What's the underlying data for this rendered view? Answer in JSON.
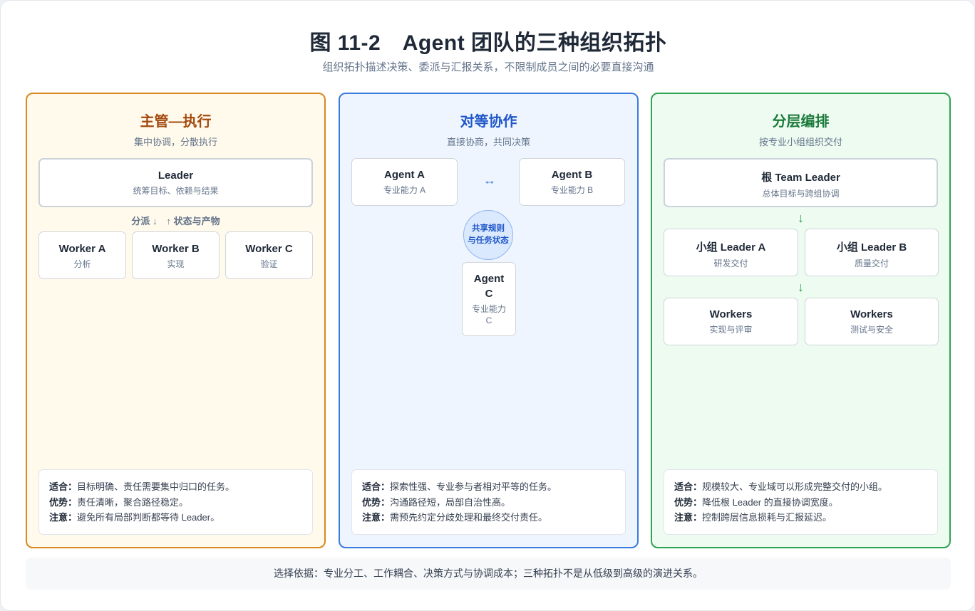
{
  "title": "图 11-2　Agent 团队的三种组织拓扑",
  "subtitle": "组织拓扑描述决策、委派与汇报关系，不限制成员之间的必要直接沟通",
  "colors": {
    "p1_border": "#d9891f",
    "p1_bg": "#fffaeb",
    "p1_title": "#a44a10",
    "p2_border": "#3b7be0",
    "p2_bg": "#eef5ff",
    "p2_title": "#1f56c9",
    "p3_border": "#2ea352",
    "p3_bg": "#edfbf1",
    "p3_title": "#1b7a3a"
  },
  "panels": [
    {
      "title": "主管—执行",
      "subtitle": "集中协调，分散执行",
      "leader": {
        "name": "Leader",
        "desc": "统筹目标、依赖与结果"
      },
      "flow_label": "分派 ↓　↑ 状态与产物",
      "workers": [
        {
          "name": "Worker A",
          "desc": "分析"
        },
        {
          "name": "Worker B",
          "desc": "实现"
        },
        {
          "name": "Worker C",
          "desc": "验证"
        }
      ],
      "info": [
        {
          "label": "适合：",
          "text": "目标明确、责任需要集中归口的任务。"
        },
        {
          "label": "优势：",
          "text": "责任清晰，聚合路径稳定。"
        },
        {
          "label": "注意：",
          "text": "避免所有局部判断都等待 Leader。"
        }
      ]
    },
    {
      "title": "对等协作",
      "subtitle": "直接协商，共同决策",
      "agents": [
        {
          "name": "Agent A",
          "desc": "专业能力 A"
        },
        {
          "name": "Agent B",
          "desc": "专业能力 B"
        },
        {
          "name_line1": "Agent",
          "name_line2": "C",
          "desc_line1": "专业能力",
          "desc_line2": "C"
        }
      ],
      "link_arrow": "↔",
      "shared": {
        "line1": "共享规则",
        "line2": "与任务状态"
      },
      "info": [
        {
          "label": "适合：",
          "text": "探索性强、专业参与者相对平等的任务。"
        },
        {
          "label": "优势：",
          "text": "沟通路径短，局部自治性高。"
        },
        {
          "label": "注意：",
          "text": "需预先约定分歧处理和最终交付责任。"
        }
      ]
    },
    {
      "title": "分层编排",
      "subtitle": "按专业小组组织交付",
      "root": {
        "name": "根 Team Leader",
        "desc": "总体目标与跨组协调"
      },
      "down_arrow": "↓",
      "groups": [
        {
          "name": "小组 Leader A",
          "desc": "研发交付"
        },
        {
          "name": "小组 Leader B",
          "desc": "质量交付"
        }
      ],
      "workers": [
        {
          "name": "Workers",
          "desc": "实现与评审"
        },
        {
          "name": "Workers",
          "desc": "测试与安全"
        }
      ],
      "info": [
        {
          "label": "适合：",
          "text": "规模较大、专业域可以形成完整交付的小组。"
        },
        {
          "label": "优势：",
          "text": "降低根 Leader 的直接协调宽度。"
        },
        {
          "label": "注意：",
          "text": "控制跨层信息损耗与汇报延迟。"
        }
      ]
    }
  ],
  "footer": "选择依据：专业分工、工作耦合、决策方式与协调成本；三种拓扑不是从低级到高级的演进关系。"
}
